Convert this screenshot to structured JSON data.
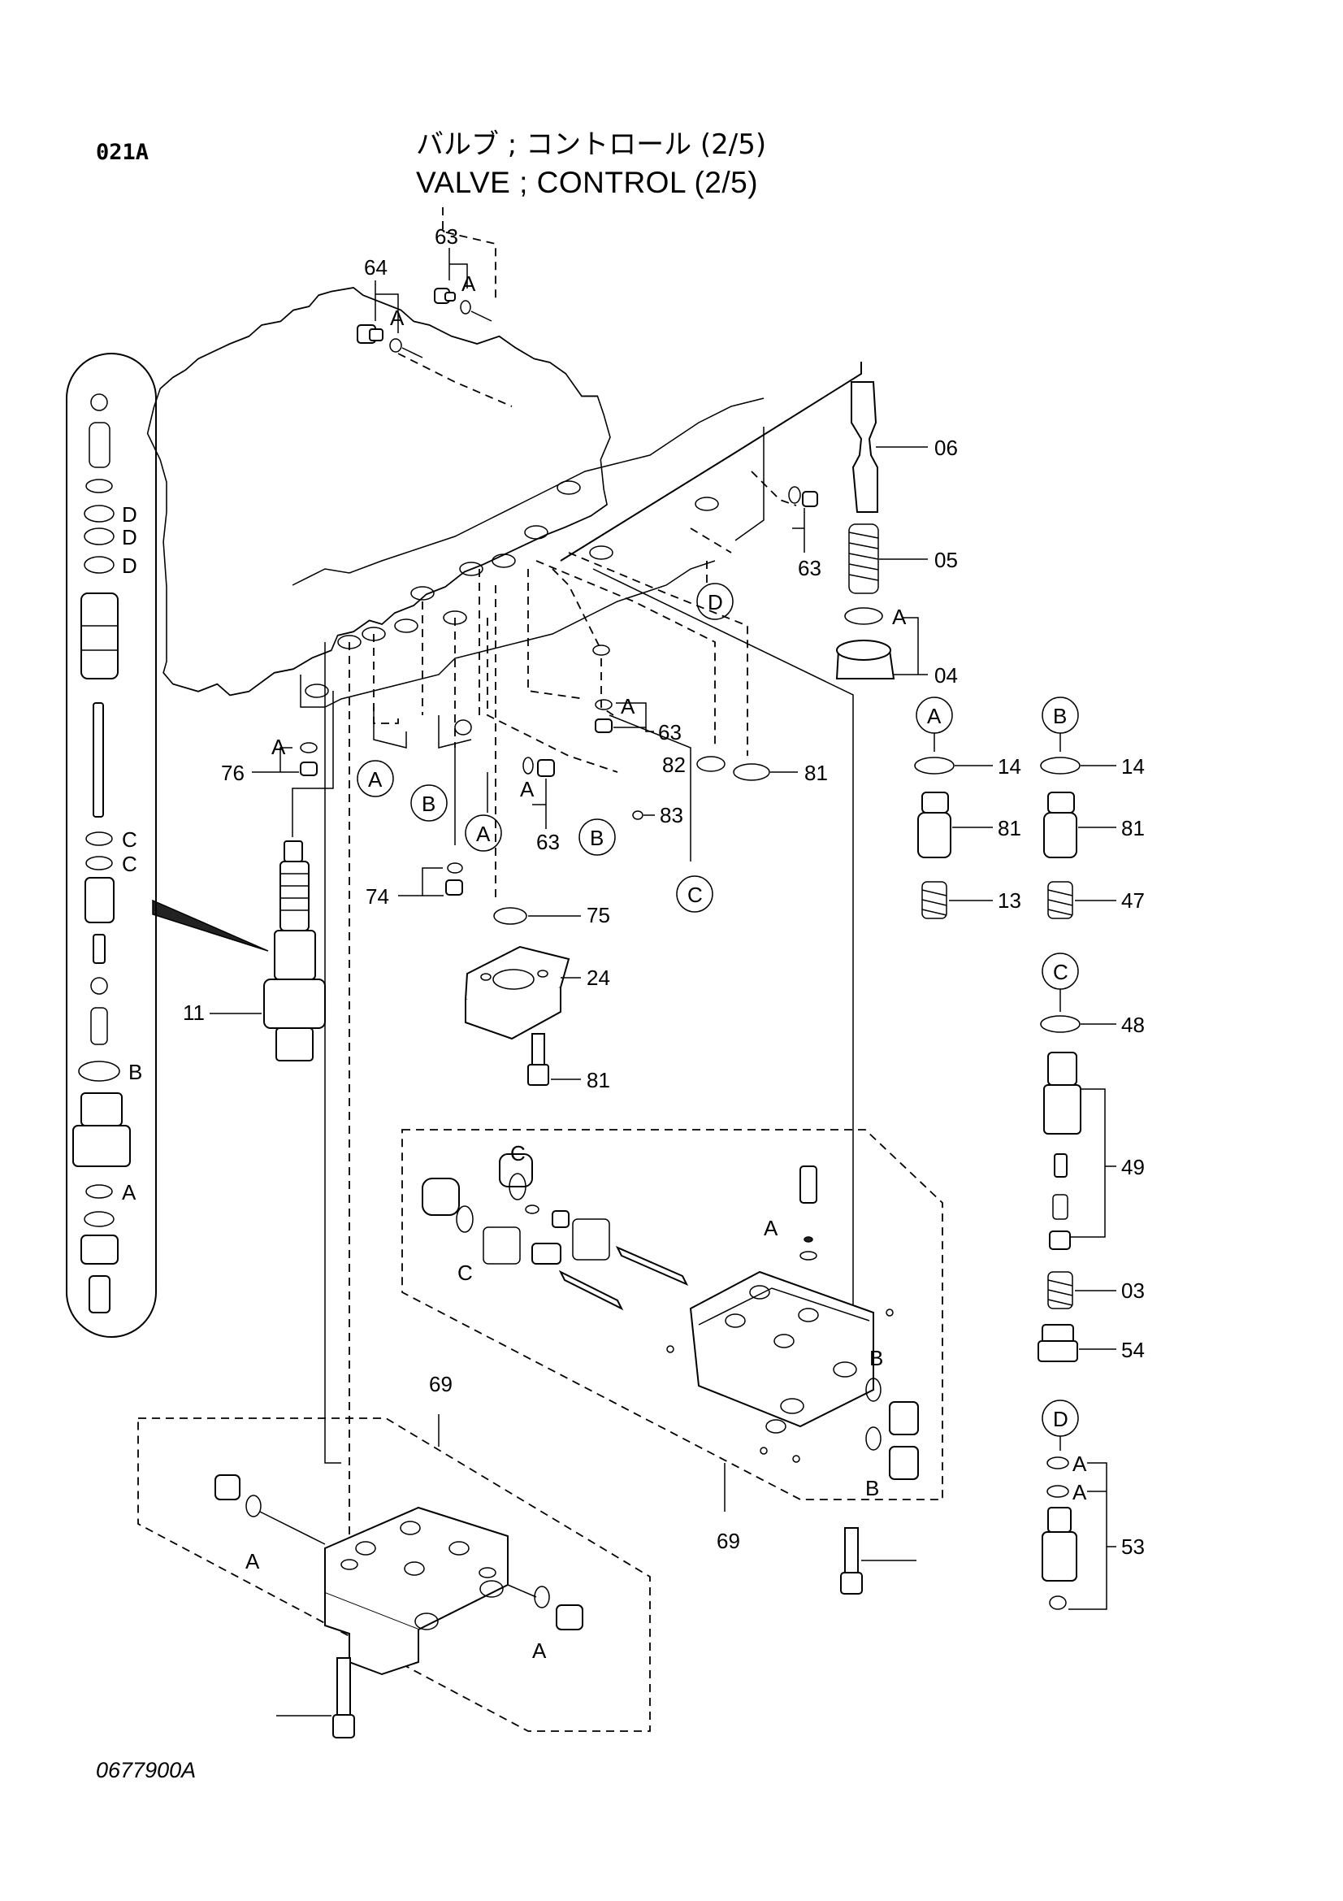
{
  "header": {
    "page_code": "021A",
    "title_jp": "バルブ ; コントロール (2/5)",
    "title_en": "VALVE ; CONTROL (2/5)"
  },
  "footer": {
    "drawing_number": "0677900A"
  },
  "callouts": [
    "63",
    "64",
    "06",
    "05",
    "04",
    "63",
    "82",
    "81",
    "63",
    "83",
    "63",
    "76",
    "74",
    "75",
    "24",
    "81",
    "11",
    "14",
    "81",
    "13",
    "14",
    "81",
    "47",
    "48",
    "49",
    "03",
    "54",
    "53",
    "69",
    "69"
  ],
  "circled_refs": [
    "A",
    "B",
    "A",
    "B",
    "C",
    "D",
    "A",
    "B",
    "C",
    "D"
  ],
  "small_refs": [
    "A",
    "A",
    "A",
    "A",
    "A",
    "A",
    "D",
    "D",
    "D",
    "C",
    "C",
    "B",
    "A",
    "C",
    "C",
    "A",
    "B",
    "B",
    "A",
    "A",
    "A",
    "A"
  ]
}
